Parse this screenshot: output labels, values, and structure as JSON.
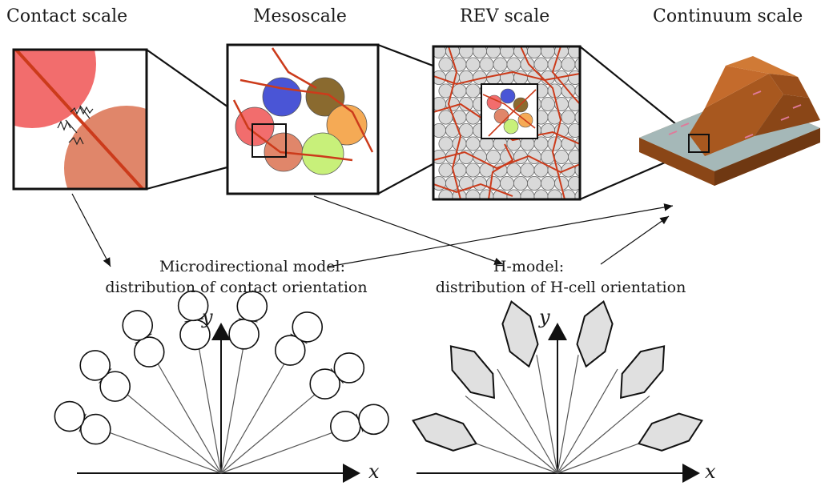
{
  "scales": {
    "contact": "Contact scale",
    "meso": "Mesoscale",
    "rev": "REV scale",
    "continuum": "Continuum scale"
  },
  "models": {
    "micro_line1": "Microdirectional model:",
    "micro_line2": "distribution of contact orientation",
    "h_line1": "H-model:",
    "h_line2": "distribution of H-cell orientation"
  },
  "axes": {
    "left_x": "x",
    "left_y": "y",
    "right_x": "x",
    "right_y": "y"
  },
  "colors": {
    "particle_red": "#f26d6d",
    "particle_orange_brown": "#e0866a",
    "particle_blue": "#4a55d6",
    "particle_brown": "#8a6a2f",
    "particle_orange": "#f5aa55",
    "particle_green": "#c8f07a",
    "chain_red": "#cc3b1b",
    "grain_grey": "#d9d9d9",
    "terrain_brown": "#a8581f",
    "water_blue": "#9fd4e8",
    "cell_fill": "#e0e0e0"
  }
}
